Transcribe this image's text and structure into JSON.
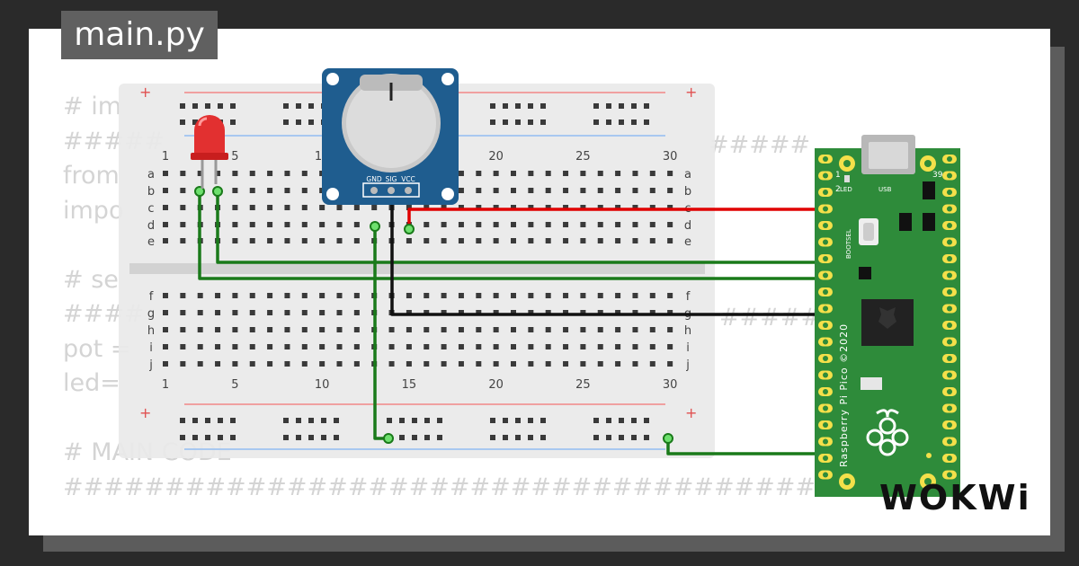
{
  "editor": {
    "tab_label": "main.py",
    "code_lines": [
      "# im",
      "#####",
      "from",
      "impo",
      "",
      "# se",
      "####",
      "pot =",
      "led=",
      "",
      "# MAIN CODE",
      "############################################"
    ],
    "code_overlay_right_1": "#####",
    "code_overlay_right_2": "#####"
  },
  "breadboard": {
    "column_numbers": [
      "1",
      "5",
      "10",
      "15",
      "20",
      "25",
      "30"
    ],
    "top_rows": [
      "a",
      "b",
      "c",
      "d",
      "e"
    ],
    "bottom_rows": [
      "f",
      "g",
      "h",
      "i",
      "j"
    ],
    "rail_plus": "+",
    "rail_minus": "-"
  },
  "potentiometer": {
    "pin_labels": [
      "GND",
      "SIG",
      "VCC"
    ]
  },
  "pico": {
    "board_text": "Raspberry Pi Pico ©2020",
    "led_label": "LED",
    "usb_label": "USB",
    "bootsel_label": "BOOTSEL",
    "pin_1": "1",
    "pin_2": "2",
    "pin_39": "39"
  },
  "brand": {
    "logo_text": "WOKWi"
  },
  "colors": {
    "wire_green": "#1a7a1a",
    "wire_red": "#e00000",
    "wire_black": "#111111",
    "breadboard": "#e8e8e8",
    "pico_green": "#2e8b3a",
    "pot_blue": "#1f5d8f"
  }
}
